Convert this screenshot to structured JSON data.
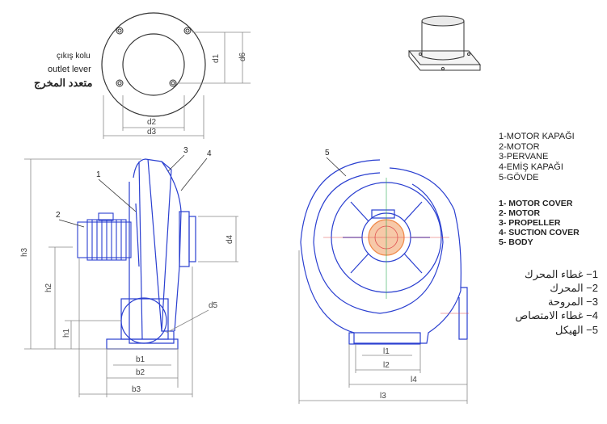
{
  "outlet_lever": {
    "tr": "çıkış kolu",
    "en": "outlet lever",
    "ar": "متعدد المخرج"
  },
  "legend_tr": [
    "1-MOTOR KAPAĞI",
    "2-MOTOR",
    "3-PERVANE",
    "4-EMİŞ KAPAĞI",
    "5-GÖVDE"
  ],
  "legend_en": [
    "1- MOTOR COVER",
    "2- MOTOR",
    "3- PROPELLER",
    "4- SUCTION COVER",
    "5- BODY"
  ],
  "legend_ar": [
    "1− غطاء المحرك",
    "2− المحرك",
    "3− المروحة",
    "4− غطاء الامتصاص",
    "5− الهيكل"
  ],
  "dimensions": {
    "d1": "d1",
    "d2": "d2",
    "d3": "d3",
    "d4": "d4",
    "d5": "d5",
    "d6": "d6",
    "h1": "h1",
    "h2": "h2",
    "h3": "h3",
    "b1": "b1",
    "b2": "b2",
    "b3": "b3",
    "l1": "l1",
    "l2": "l2",
    "l3": "l3",
    "l4": "l4"
  },
  "callouts": {
    "c1": "1",
    "c2": "2",
    "c3": "3",
    "c4": "4",
    "c5": "5"
  },
  "colors": {
    "line_blue": "#2a3fd0",
    "dim_grey": "#777777",
    "fan_orange": "#f08a4b",
    "accent_red": "#e05050"
  }
}
